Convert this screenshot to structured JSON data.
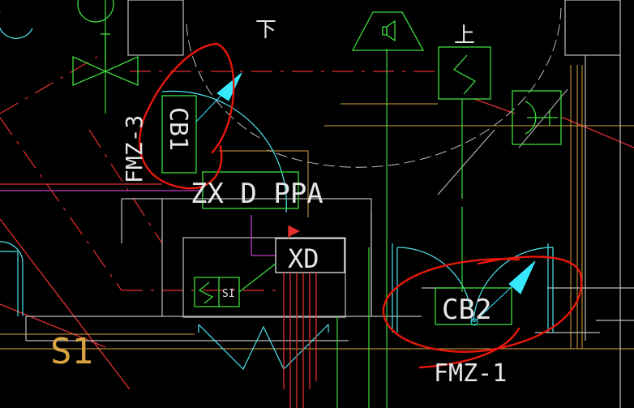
{
  "colors": {
    "background": "#000000",
    "white": "#e6e6e6",
    "green": "#3ddc3d",
    "cyan": "#4fe3ee",
    "cyanFill": "#38e8ff",
    "red": "#e23030",
    "markup": "#e8180c",
    "yellow": "#d9a441",
    "magenta": "#c040c0",
    "pink": "#e07e7e",
    "grey": "#bdbdbd"
  },
  "labels": {
    "cb1": "CB1",
    "cb2": "CB2",
    "fmz3": "FMZ-3",
    "fmz1": "FMZ-1",
    "zxd": "ZX D PPA",
    "xd": "XD",
    "si": "SI",
    "s1": "S1",
    "up": "上",
    "down": "下"
  },
  "symbols": [
    "speaker-icon",
    "switch-s-icon",
    "valve-icon",
    "power-socket-icon",
    "red-flag-icon"
  ]
}
